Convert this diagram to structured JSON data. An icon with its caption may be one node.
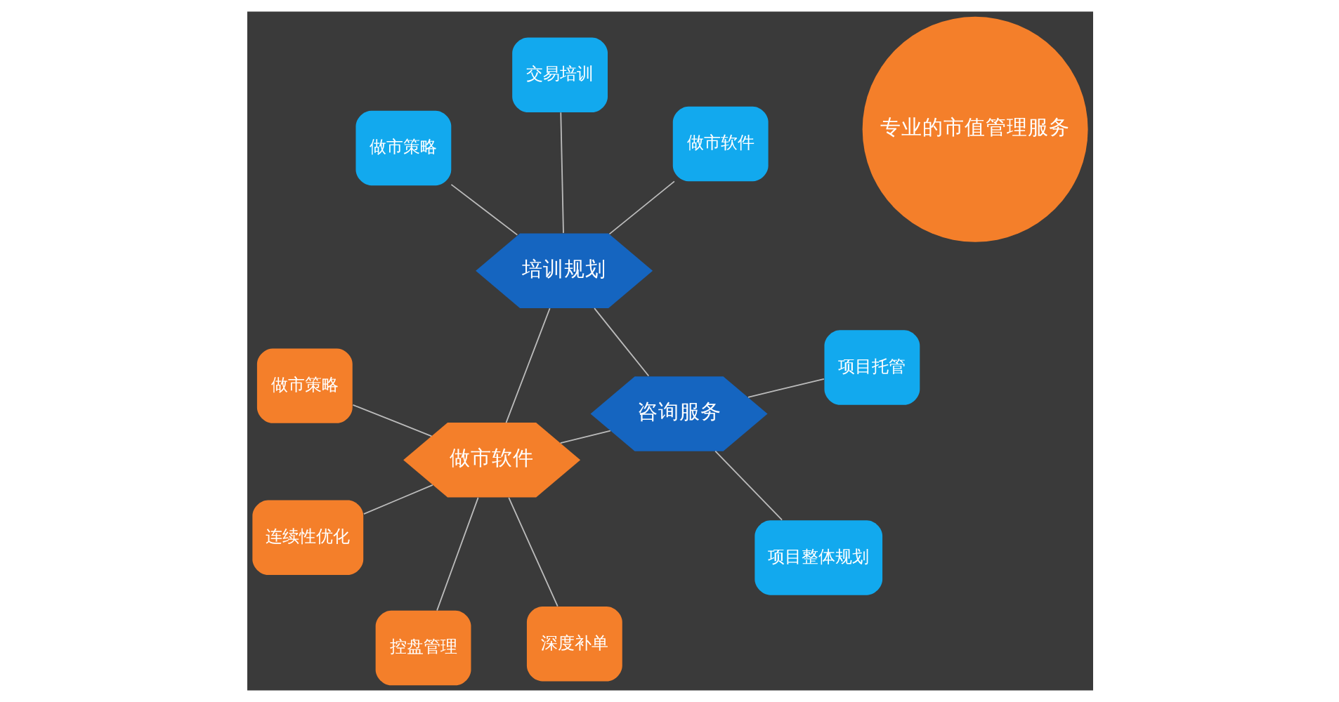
{
  "diagram": {
    "nodes": [
      {
        "text": [
          "专业的市值管理服务"
        ]
      },
      {
        "text": [
          "培训规划"
        ]
      },
      {
        "text": [
          "咨询服务"
        ]
      },
      {
        "text": [
          "做市软件"
        ]
      },
      {
        "text": [
          "做市策略"
        ]
      },
      {
        "text": [
          "做市软件"
        ]
      },
      {
        "text": [
          "交易培训"
        ]
      },
      {
        "text": [
          "项目整体规划"
        ]
      },
      {
        "text": [
          "项目托管"
        ]
      },
      {
        "text": [
          "连续性优化"
        ]
      },
      {
        "text": [
          "控盘管理"
        ]
      },
      {
        "text": [
          "深度补单"
        ]
      },
      {
        "text": [
          "做市策略"
        ]
      }
    ],
    "edges": [
      {
        "from": 1,
        "to": 2,
        "arrow": "none"
      },
      {
        "from": 2,
        "to": 3,
        "arrow": "none"
      },
      {
        "from": 3,
        "to": 1,
        "arrow": "none"
      },
      {
        "from": 1,
        "to": 4,
        "arrow": "none"
      },
      {
        "from": 1,
        "to": 5,
        "arrow": "none"
      },
      {
        "from": 1,
        "to": 6,
        "arrow": "none"
      },
      {
        "from": 2,
        "to": 7,
        "arrow": "none"
      },
      {
        "from": 2,
        "to": 8,
        "arrow": "none"
      },
      {
        "from": 3,
        "to": 9,
        "arrow": "none"
      },
      {
        "from": 3,
        "to": 10,
        "arrow": "none"
      },
      {
        "from": 3,
        "to": 11,
        "arrow": "none"
      },
      {
        "from": 3,
        "to": 12,
        "arrow": "none"
      }
    ]
  }
}
